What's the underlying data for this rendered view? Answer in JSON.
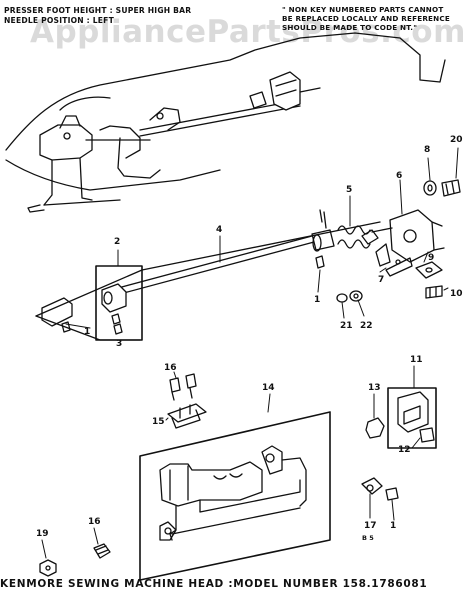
{
  "notes": {
    "left_line1": "PRESSER FOOT HEIGHT : SUPER HIGH BAR",
    "left_line2": "NEEDLE POSITION : LEFT",
    "right_line1": "\" NON KEY NUMBERED PARTS CANNOT",
    "right_line2": "BE REPLACED LOCALLY AND REFERENCE",
    "right_line3": "SHOULD BE MADE TO CODE NT.\""
  },
  "watermark": "AppliancePartsPros.com",
  "footer": "KENMORE SEWING MACHINE HEAD :MODEL NUMBER 158.1786081",
  "callouts": {
    "c1a": "1",
    "c1b": "1",
    "c1c": "1",
    "c2": "2",
    "c3": "3",
    "c4": "4",
    "c5": "5",
    "c6": "6",
    "c7": "7",
    "c8": "8",
    "c9": "9",
    "c10": "10",
    "c11": "11",
    "c12": "12",
    "c13": "13",
    "c14": "14",
    "c15": "15",
    "c16a": "16",
    "c16b": "16",
    "c17": "17",
    "c19": "19",
    "c20": "20",
    "c21": "21",
    "c22": "22",
    "sub": "B 5"
  }
}
